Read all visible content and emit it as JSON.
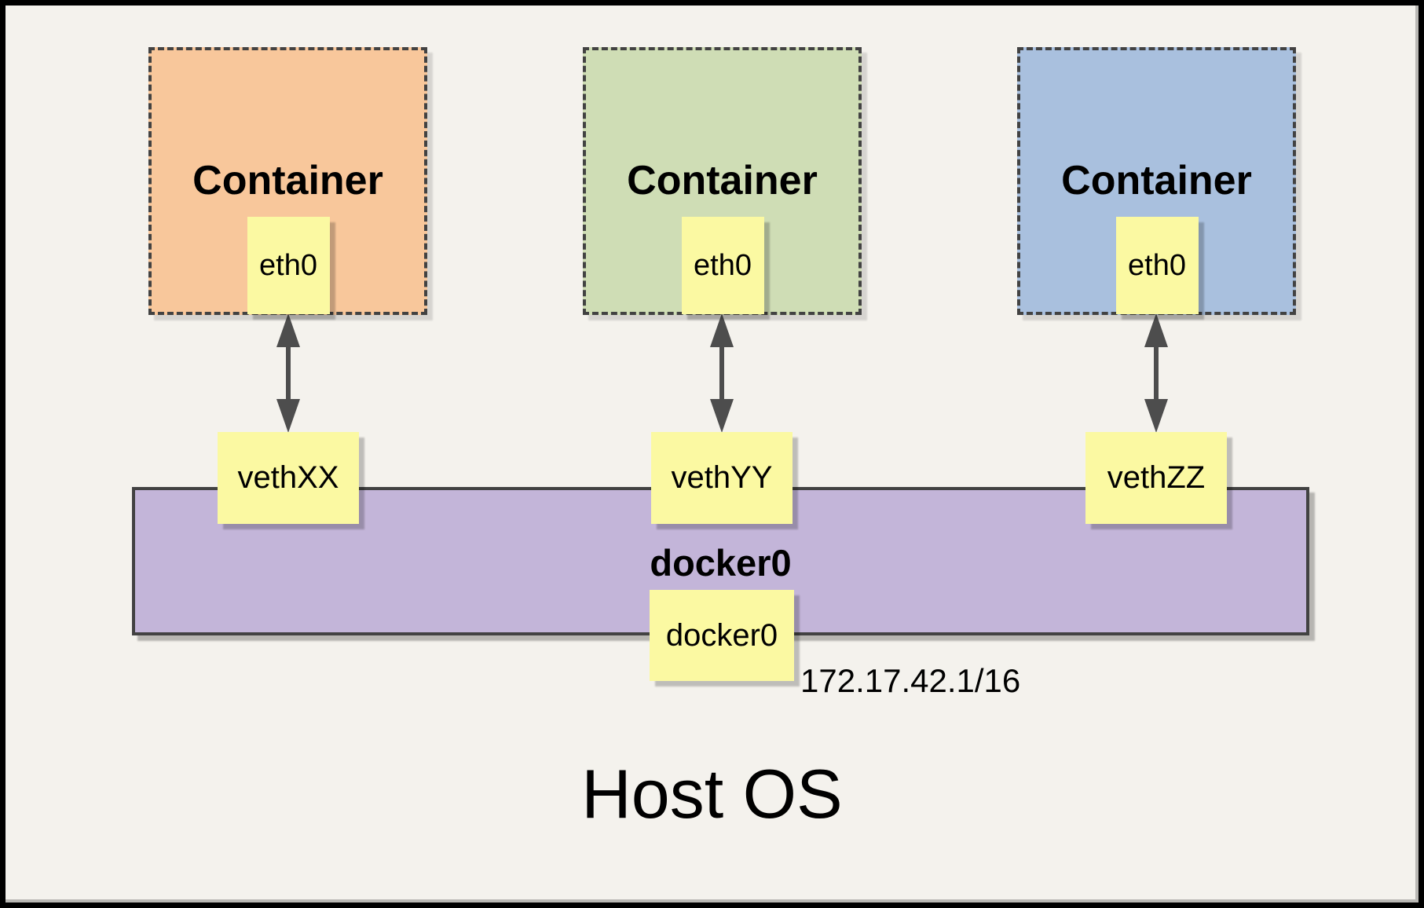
{
  "containers": [
    {
      "title": "Container",
      "interface_label": "eth0",
      "fill": "#f8c79b"
    },
    {
      "title": "Container",
      "interface_label": "eth0",
      "fill": "#cfddb5"
    },
    {
      "title": "Container",
      "interface_label": "eth0",
      "fill": "#a9c0de"
    }
  ],
  "veth_interfaces": [
    {
      "label": "vethXX"
    },
    {
      "label": "vethYY"
    },
    {
      "label": "vethZZ"
    }
  ],
  "bridge": {
    "name": "docker0",
    "interface_label": "docker0",
    "ip_address": "172.17.42.1/16",
    "fill": "#c3b5d9"
  },
  "host_os_label": "Host OS",
  "colors": {
    "note_yellow": "#fbf9a2",
    "border_gray": "#424242",
    "arrow_gray": "#4d4d4d",
    "background": "#f4f2ed",
    "frame_black": "#000000"
  }
}
